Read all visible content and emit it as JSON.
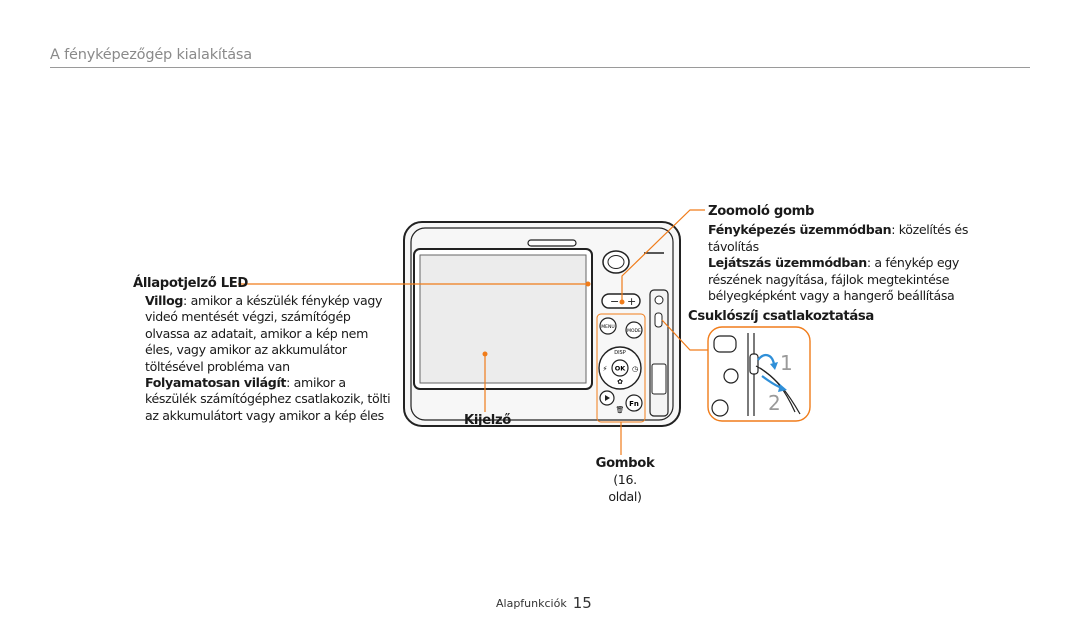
{
  "header": {
    "title": "A fényképezőgép kialakítása"
  },
  "callouts": {
    "led": {
      "title": "Állapotjelző LED",
      "blink_label": "Villog",
      "blink_text": ": amikor a készülék fénykép vagy videó mentését végzi, számítógép olvassa az adatait, amikor a kép nem éles, vagy amikor az akkumulátor töltésével probléma van",
      "steady_label": "Folyamatosan világít",
      "steady_text": ": amikor a készülék számítógéphez csatlakozik, tölti az akkumulátort vagy amikor a kép éles"
    },
    "zoom": {
      "title": "Zoomoló gomb",
      "shooting_label": "Fényképezés üzemmódban",
      "shooting_text": ": közelítés és távolítás",
      "playback_label": "Lejátszás üzemmódban",
      "playback_text": ": a fénykép egy részének nagyítása, fájlok megtekintése bélyegképként vagy a hangerő beállítása"
    },
    "strap": {
      "title": "Csuklószíj csatlakoztatása",
      "step1": "1",
      "step2": "2"
    },
    "display": {
      "title": "Kijelző"
    },
    "buttons": {
      "title": "Gombok",
      "subtitle": "(16. oldal)"
    }
  },
  "camera": {
    "zoom_minus": "−",
    "zoom_plus": "+",
    "menu_label": "MENU",
    "mode_label": "MODE",
    "disp_label": "DISP",
    "ok_label": "OK",
    "fn_label": "Fn"
  },
  "footer": {
    "section": "Alapfunkciók",
    "page": "15"
  },
  "colors": {
    "accent": "#f07c1a",
    "strap_arrow": "#2f8fd8"
  }
}
